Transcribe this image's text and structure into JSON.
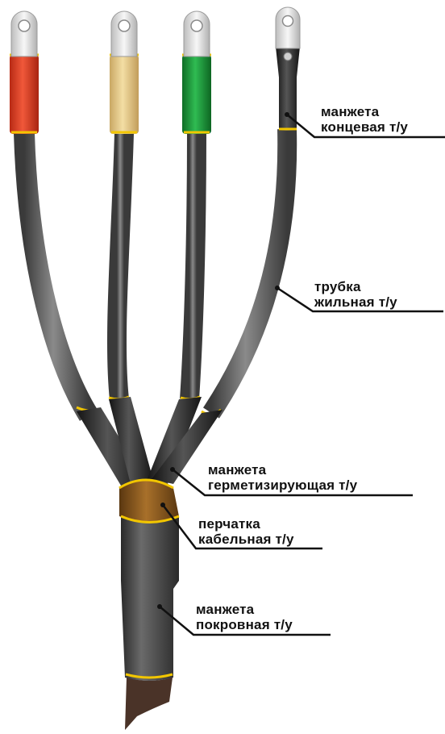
{
  "labels": {
    "end_sleeve": {
      "line1": "манжета",
      "line2": "концевая т/у"
    },
    "core_tube": {
      "line1": "трубка",
      "line2": "жильная т/у"
    },
    "sealing_sleeve": {
      "line1": "манжета",
      "line2": "герметизирующая т/у"
    },
    "cable_glove": {
      "line1": "перчатка",
      "line2": "кабельная т/у"
    },
    "cover_sleeve": {
      "line1": "манжета",
      "line2": "покровная т/у"
    }
  },
  "colors": {
    "phase_a": "#e0442a",
    "phase_b": "#e8cf8c",
    "phase_c": "#1e9a3c",
    "neutral": "#2b2b2b",
    "tube": "#5a5a5a",
    "glove": "#8a5a1c",
    "seal_band": "#f2c600",
    "lug": "#e6e6e6",
    "cable_core": "#4a3328"
  }
}
